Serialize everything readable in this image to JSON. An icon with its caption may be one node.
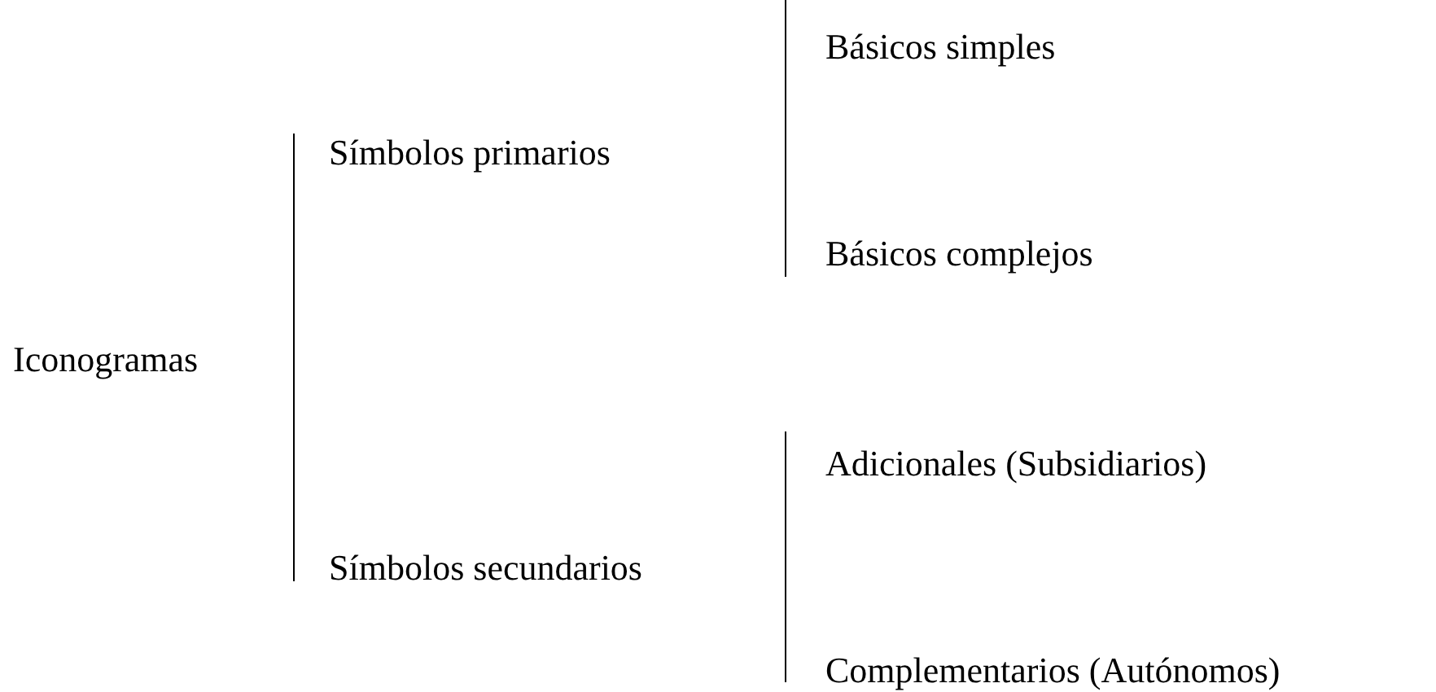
{
  "diagram": {
    "nodes": [
      {
        "text": [
          "Iconogramas"
        ]
      },
      {
        "text": [
          "Símbolos primarios"
        ]
      },
      {
        "text": [
          "Básicos simples"
        ]
      },
      {
        "text": [
          "Básicos complejos"
        ]
      },
      {
        "text": [
          "Símbolos secundarios"
        ]
      },
      {
        "text": [
          "Adicionales (Subsidiarios)"
        ]
      },
      {
        "text": [
          "Complementarios (Autónomos)"
        ]
      }
    ]
  }
}
